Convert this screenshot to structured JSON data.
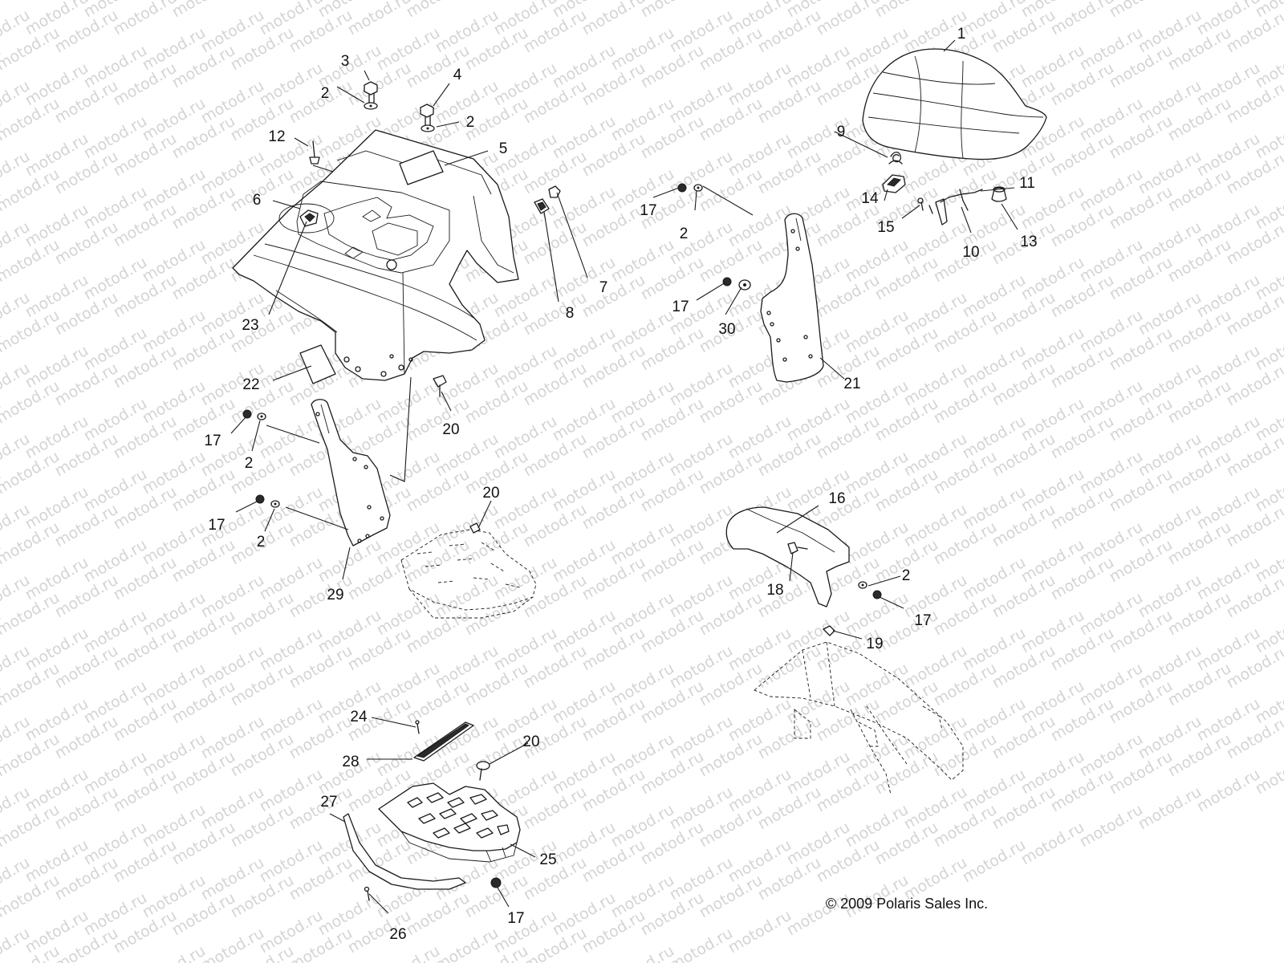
{
  "copyright": "© 2009 Polaris Sales Inc.",
  "watermark": "motod.ru",
  "callouts": [
    {
      "id": "1"
    },
    {
      "id": "2"
    },
    {
      "id": "3"
    },
    {
      "id": "4"
    },
    {
      "id": "5"
    },
    {
      "id": "6"
    },
    {
      "id": "7"
    },
    {
      "id": "8"
    },
    {
      "id": "9"
    },
    {
      "id": "10"
    },
    {
      "id": "11"
    },
    {
      "id": "12"
    },
    {
      "id": "13"
    },
    {
      "id": "14"
    },
    {
      "id": "15"
    },
    {
      "id": "16"
    },
    {
      "id": "17"
    },
    {
      "id": "18"
    },
    {
      "id": "19"
    },
    {
      "id": "20"
    },
    {
      "id": "21"
    },
    {
      "id": "22"
    },
    {
      "id": "23"
    },
    {
      "id": "24"
    },
    {
      "id": "25"
    },
    {
      "id": "26"
    },
    {
      "id": "27"
    },
    {
      "id": "28"
    },
    {
      "id": "29"
    },
    {
      "id": "30"
    }
  ]
}
